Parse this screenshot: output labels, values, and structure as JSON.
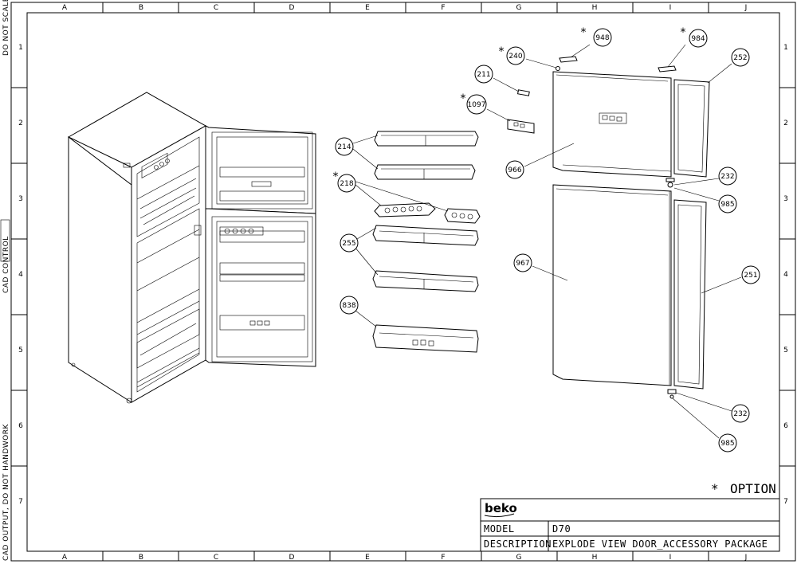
{
  "frame": {
    "columns": [
      "A",
      "B",
      "C",
      "D",
      "E",
      "F",
      "G",
      "H",
      "I",
      "J"
    ],
    "rows": [
      "1",
      "2",
      "3",
      "4",
      "5",
      "6",
      "7"
    ],
    "side_text_top": "DO NOT SCALE",
    "side_text_mid": "CAD CONTROL",
    "side_text_bottom": "CAD OUTPUT, DO NOT HANDWORK"
  },
  "callouts": [
    {
      "id": "948",
      "star": true
    },
    {
      "id": "984",
      "star": true
    },
    {
      "id": "240",
      "star": true
    },
    {
      "id": "252",
      "star": false
    },
    {
      "id": "211",
      "star": false
    },
    {
      "id": "1097",
      "star": true
    },
    {
      "id": "214",
      "star": false
    },
    {
      "id": "218",
      "star": true
    },
    {
      "id": "966",
      "star": false
    },
    {
      "id": "232",
      "star": false
    },
    {
      "id": "985",
      "star": false
    },
    {
      "id": "255",
      "star": false
    },
    {
      "id": "967",
      "star": false
    },
    {
      "id": "251",
      "star": false
    },
    {
      "id": "838",
      "star": false
    },
    {
      "id": "232",
      "star": false
    },
    {
      "id": "985",
      "star": false
    }
  ],
  "legend": {
    "symbol": "*",
    "text": "OPTION"
  },
  "title_block": {
    "brand": "beko",
    "model_label": "MODEL",
    "model_value": "D70",
    "description_label": "DESCRIPTION",
    "description_value": "EXPLODE VIEW DOOR_ACCESSORY PACKAGE"
  }
}
